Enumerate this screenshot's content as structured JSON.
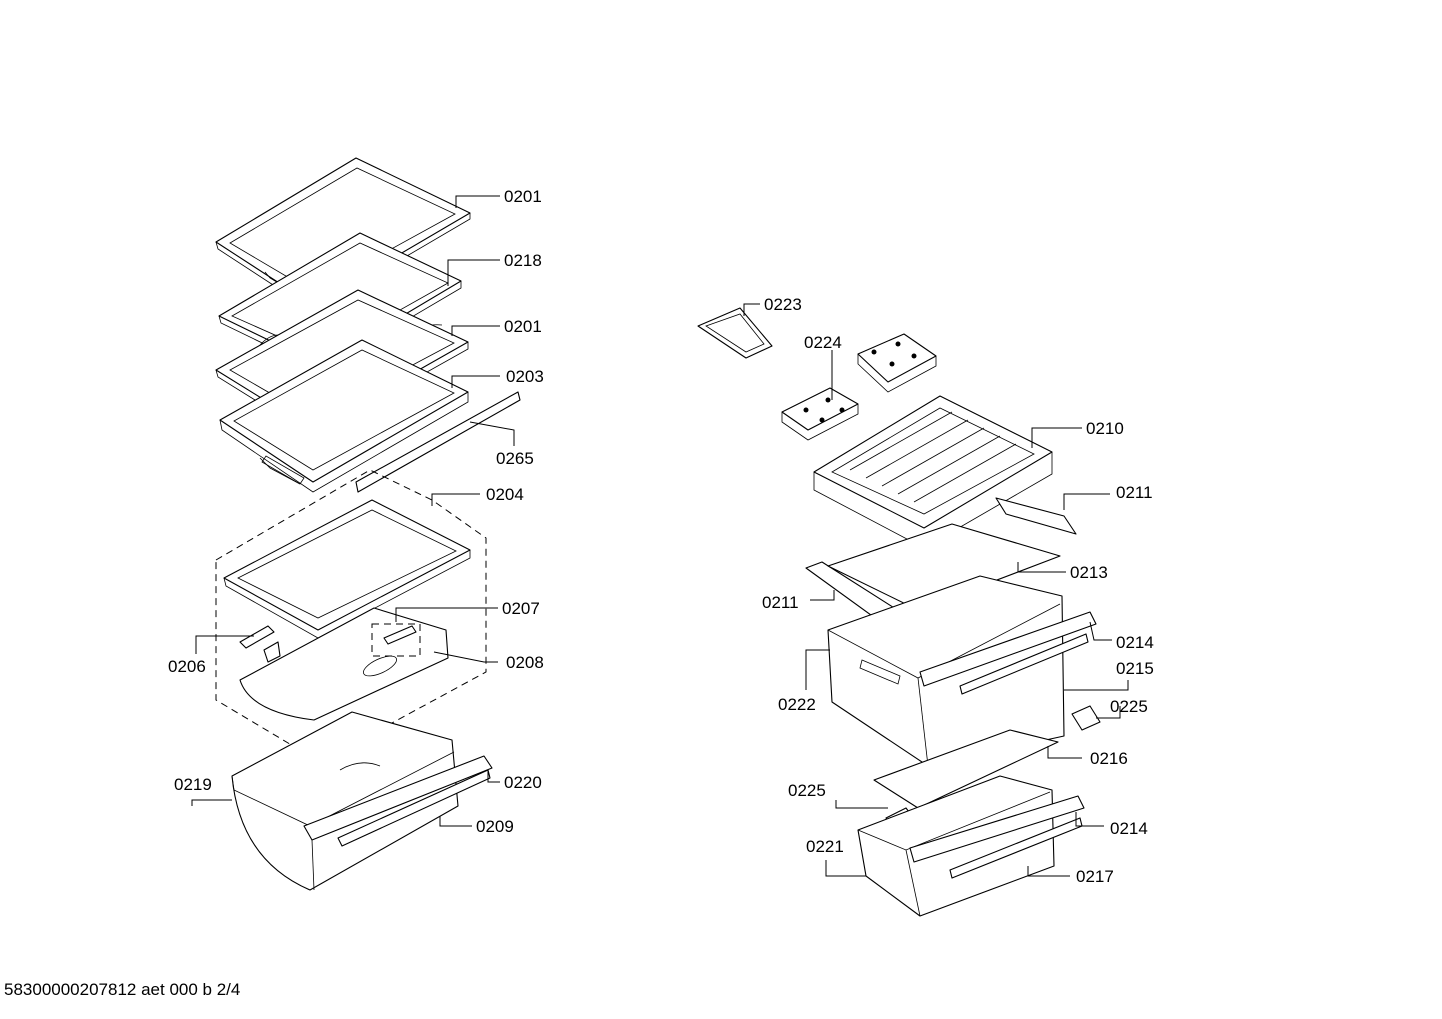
{
  "footer": {
    "doc_id": "58300000207812 aet 000 b 2/4"
  },
  "callouts": [
    {
      "id": "c0201a",
      "label": "0201"
    },
    {
      "id": "c0218",
      "label": "0218"
    },
    {
      "id": "c0201b",
      "label": "0201"
    },
    {
      "id": "c0203",
      "label": "0203"
    },
    {
      "id": "c0265",
      "label": "0265"
    },
    {
      "id": "c0204",
      "label": "0204"
    },
    {
      "id": "c0207",
      "label": "0207"
    },
    {
      "id": "c0206",
      "label": "0206"
    },
    {
      "id": "c0208",
      "label": "0208"
    },
    {
      "id": "c0219",
      "label": "0219"
    },
    {
      "id": "c0220",
      "label": "0220"
    },
    {
      "id": "c0209",
      "label": "0209"
    },
    {
      "id": "c0223",
      "label": "0223"
    },
    {
      "id": "c0224",
      "label": "0224"
    },
    {
      "id": "c0210",
      "label": "0210"
    },
    {
      "id": "c0211a",
      "label": "0211"
    },
    {
      "id": "c0213",
      "label": "0213"
    },
    {
      "id": "c0211b",
      "label": "0211"
    },
    {
      "id": "c0214a",
      "label": "0214"
    },
    {
      "id": "c0215",
      "label": "0215"
    },
    {
      "id": "c0222",
      "label": "0222"
    },
    {
      "id": "c0225a",
      "label": "0225"
    },
    {
      "id": "c0216",
      "label": "0216"
    },
    {
      "id": "c0225b",
      "label": "0225"
    },
    {
      "id": "c0214b",
      "label": "0214"
    },
    {
      "id": "c0221",
      "label": "0221"
    },
    {
      "id": "c0217",
      "label": "0217"
    }
  ]
}
